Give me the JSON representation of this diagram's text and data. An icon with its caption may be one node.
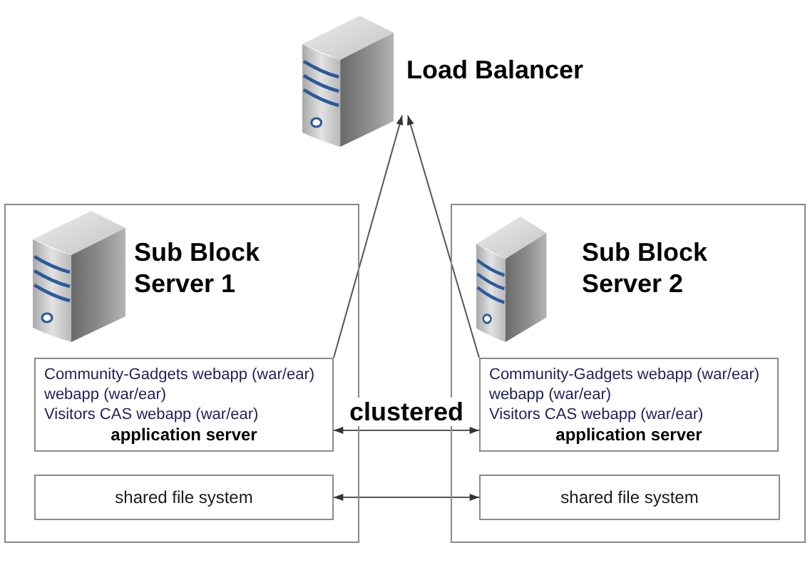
{
  "diagram": {
    "nodes": [
      {
        "text": [
          "Load Balancer"
        ]
      },
      {
        "text": [
          "Sub Block Server 1"
        ]
      },
      {
        "text": [
          "Community-Gadgets webapp (war/ear)",
          "webapp (war/ear)",
          "Visitors CAS webapp (war/ear)",
          "application server"
        ],
        "in": 1
      },
      {
        "text": [
          "shared file system"
        ],
        "in": 1
      },
      {
        "text": [
          "Sub Block Server 2"
        ]
      },
      {
        "text": [
          "Community-Gadgets webapp (war/ear)",
          "webapp (war/ear)",
          "Visitors CAS webapp (war/ear)",
          "application server"
        ],
        "in": 4
      },
      {
        "text": [
          "shared file system"
        ],
        "in": 4
      }
    ],
    "edges": [
      {
        "from": 2,
        "to": 0,
        "arrow": "to"
      },
      {
        "from": 5,
        "to": 0,
        "arrow": "to"
      },
      {
        "from": 2,
        "to": 5,
        "arrow": "both",
        "label": "clustered"
      },
      {
        "from": 3,
        "to": 6,
        "arrow": "both"
      }
    ]
  }
}
